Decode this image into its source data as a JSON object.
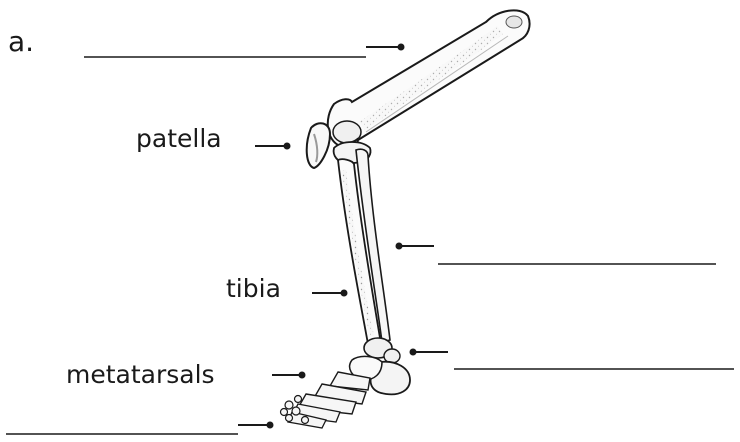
{
  "worksheet": {
    "item_letter": "a."
  },
  "labels": {
    "patella": "patella",
    "tibia": "tibia",
    "metatarsals": "metatarsals"
  },
  "blanks": {
    "count": 4
  },
  "colors": {
    "ink": "#1a1a1a",
    "bone_fill": "#fbfbfb",
    "bone_shade": "#cfcfcf"
  }
}
